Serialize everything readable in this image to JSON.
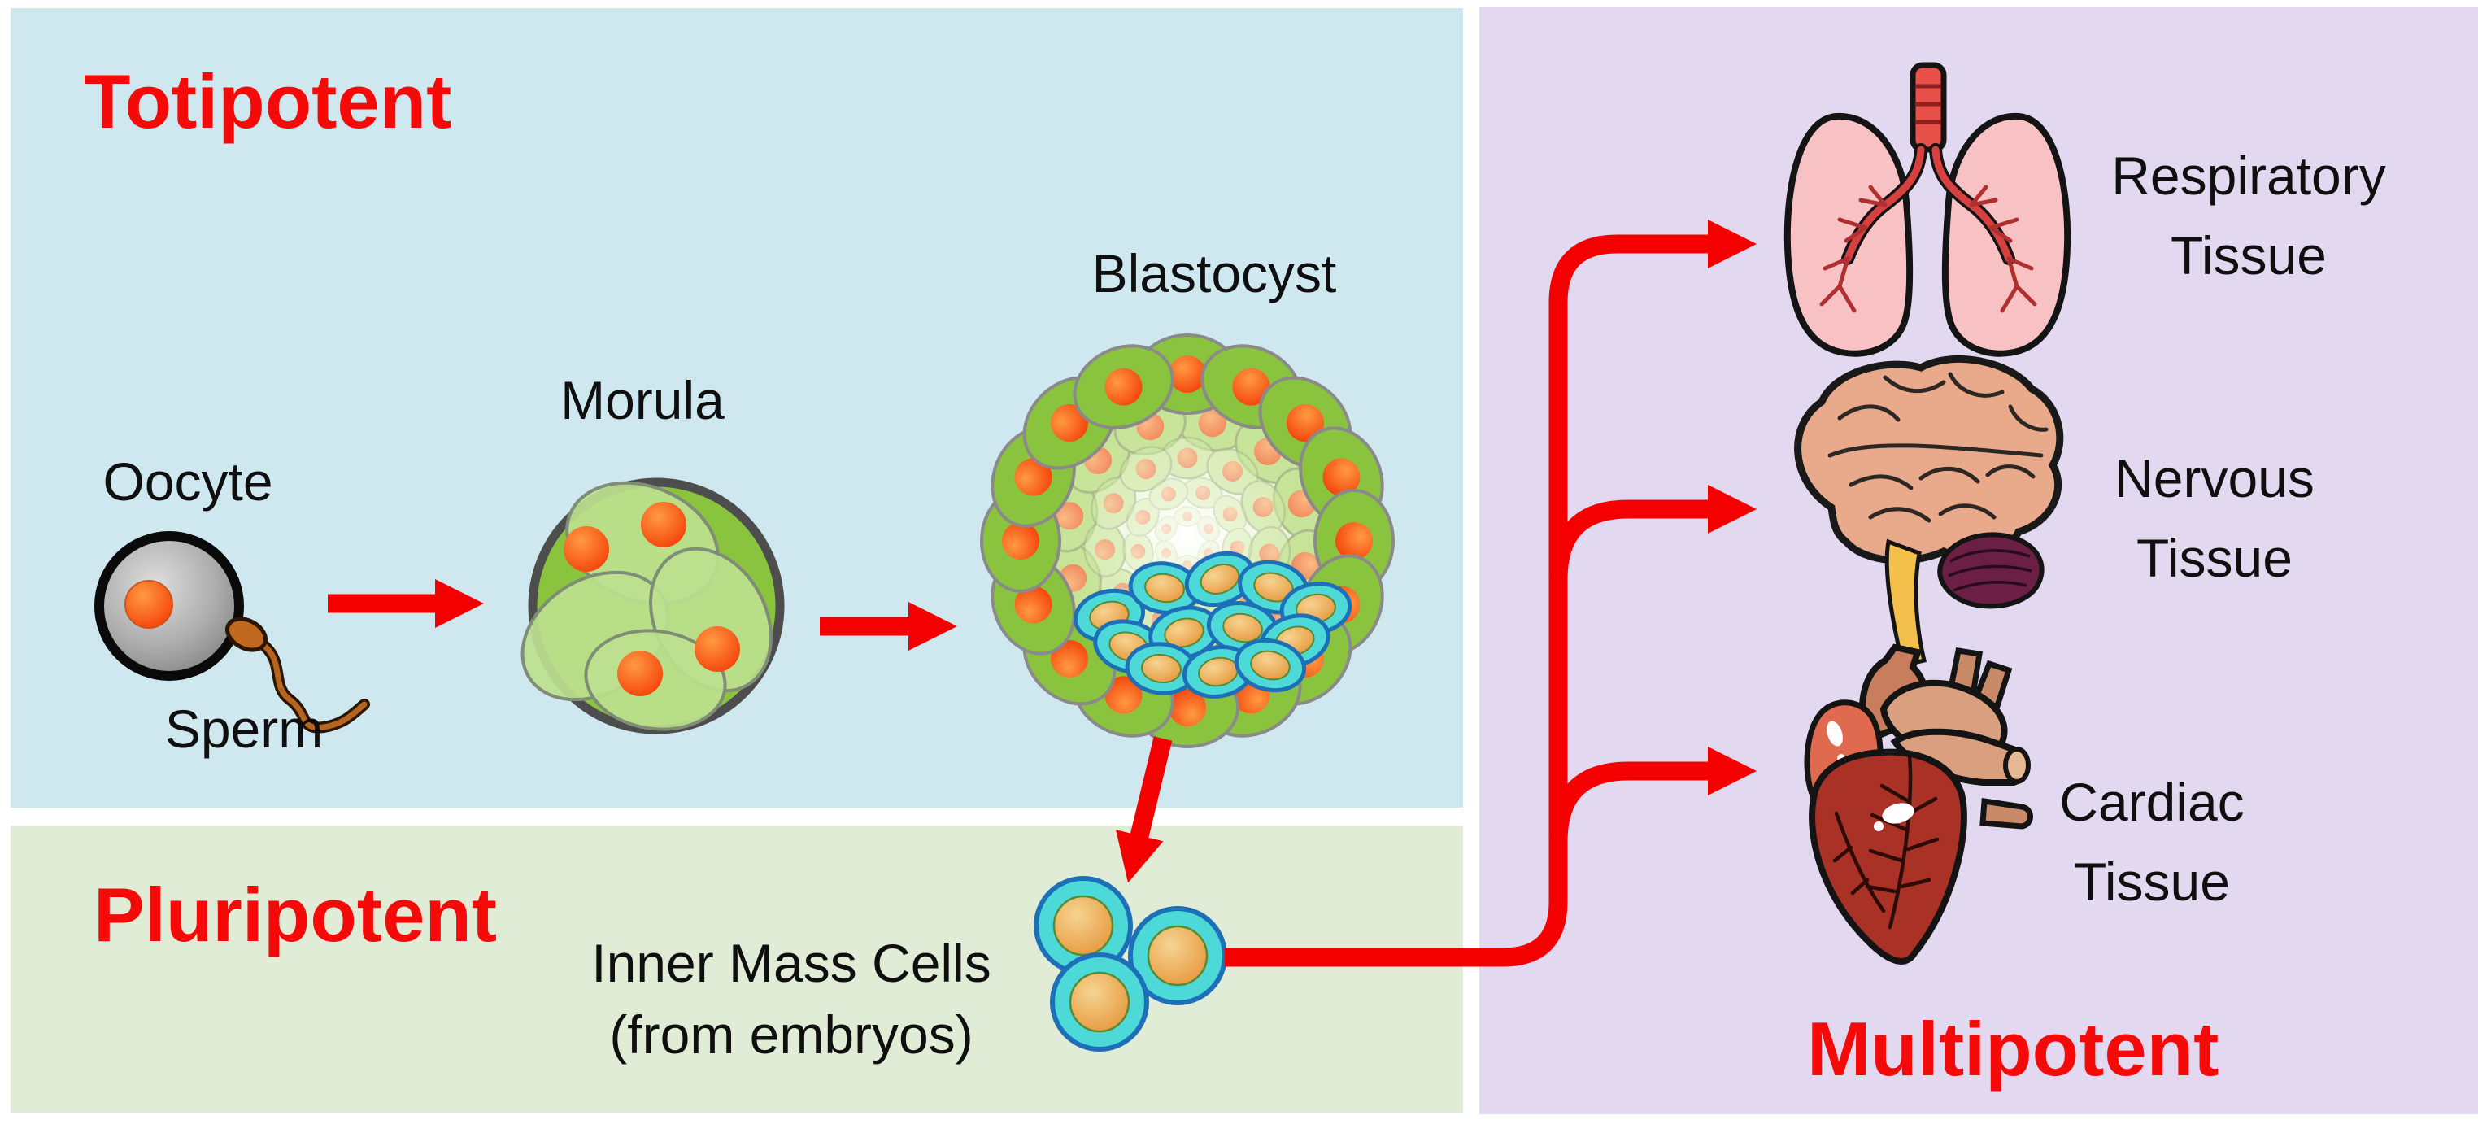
{
  "panels": {
    "totipotent": "Totipotent",
    "pluripotent": "Pluripotent",
    "multipotent": "Multipotent"
  },
  "stages": {
    "oocyte": "Oocyte",
    "sperm": "Sperm",
    "morula": "Morula",
    "blastocyst": "Blastocyst",
    "inner_mass_cells_line1": "Inner Mass Cells",
    "inner_mass_cells_line2": "(from embryos)"
  },
  "tissues": [
    {
      "line1": "Respiratory",
      "line2": "Tissue"
    },
    {
      "line1": "Nervous",
      "line2": "Tissue"
    },
    {
      "line1": "Cardiac",
      "line2": "Tissue"
    }
  ],
  "colors": {
    "totipotent_bg": "#cfe8f0",
    "pluripotent_bg": "#e0ecd6",
    "multipotent_bg": "#e2d8f0",
    "heading_red": "#f50a0a",
    "arrow_red": "#f50000",
    "label_black": "#0f0f0f",
    "cell_green": "#8ac43f",
    "nucleus_orange": "#f4500e",
    "icm_cyan": "#4ed9d9",
    "lung_pink": "#f8c2c5",
    "heart_red": "#a93125",
    "brain_tan": "#e9a98b"
  }
}
